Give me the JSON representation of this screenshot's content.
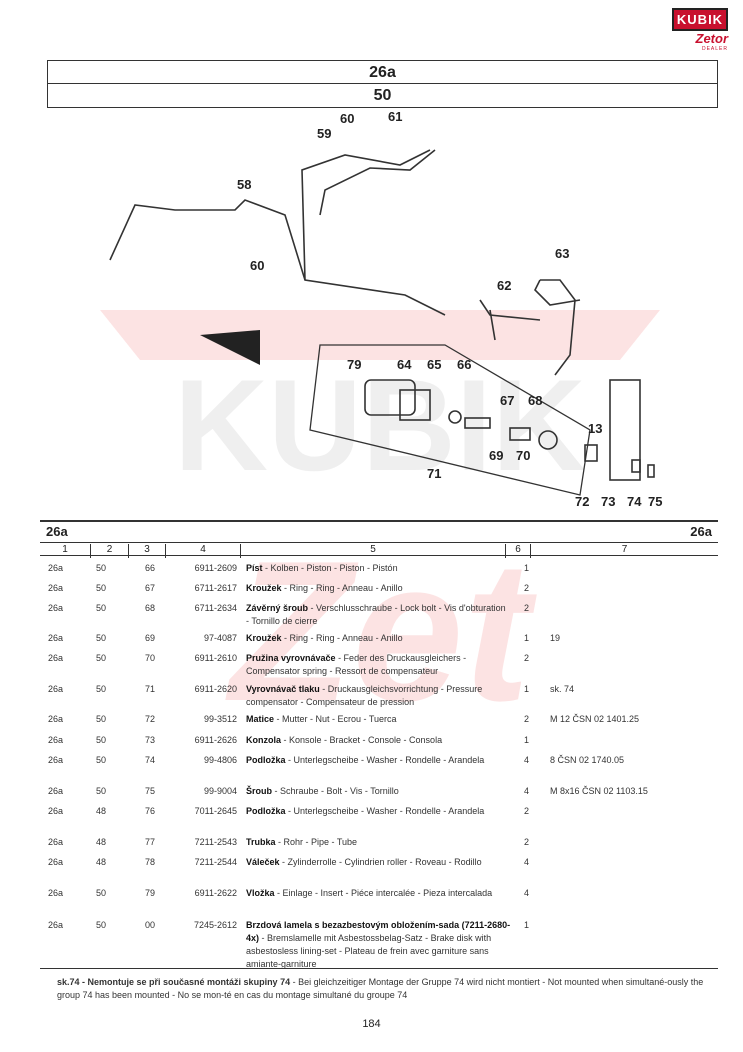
{
  "logo": {
    "brand": "KUBIK",
    "sub": "Zetor",
    "tag": "DEALER"
  },
  "header": {
    "group": "26a",
    "subgroup": "50"
  },
  "diagram": {
    "labels": [
      "59",
      "60",
      "61",
      "58",
      "60",
      "63",
      "62",
      "79",
      "64",
      "65",
      "66",
      "67",
      "68",
      "69",
      "70",
      "71",
      "13",
      "72",
      "73",
      "74",
      "75"
    ]
  },
  "table": {
    "group_left": "26a",
    "group_right": "26a",
    "columns": [
      "1",
      "2",
      "3",
      "4",
      "5",
      "6",
      "7"
    ],
    "rows": [
      {
        "c1": "26a",
        "c2": "50",
        "c3": "66",
        "c4": "6911-2609",
        "name": "Píst",
        "desc": " - Kolben - Piston - Piston - Pistón",
        "qty": "1",
        "note": ""
      },
      {
        "c1": "26a",
        "c2": "50",
        "c3": "67",
        "c4": "6711-2617",
        "name": "Kroužek",
        "desc": " - Ring - Ring - Anneau - Anillo",
        "qty": "2",
        "note": ""
      },
      {
        "c1": "26a",
        "c2": "50",
        "c3": "68",
        "c4": "6711-2634",
        "name": "Závěrný šroub",
        "desc": " - Verschlusschraube - Lock bolt - Vis d'obturation - Tornillo de cierre",
        "qty": "2",
        "note": ""
      },
      {
        "c1": "26a",
        "c2": "50",
        "c3": "69",
        "c4": "97-4087",
        "name": "Kroužek",
        "desc": " - Ring - Ring - Anneau - Anillo",
        "qty": "1",
        "note": "19"
      },
      {
        "c1": "26a",
        "c2": "50",
        "c3": "70",
        "c4": "6911-2610",
        "name": "Pružina vyrovnávače",
        "desc": " - Feder des Druckausgleichers - Compensator spring - Ressort de compensateur",
        "qty": "2",
        "note": ""
      },
      {
        "c1": "26a",
        "c2": "50",
        "c3": "71",
        "c4": "6911-2620",
        "name": "Vyrovnávač tlaku",
        "desc": " - Druckausgleichsvorrichtung - Pressure compensator - Compensateur de pression",
        "qty": "1",
        "note": "sk. 74"
      },
      {
        "c1": "26a",
        "c2": "50",
        "c3": "72",
        "c4": "99-3512",
        "name": "Matice",
        "desc": " - Mutter - Nut - Ecrou - Tuerca",
        "qty": "2",
        "note": "M 12 ČSN 02 1401.25"
      },
      {
        "c1": "26a",
        "c2": "50",
        "c3": "73",
        "c4": "6911-2626",
        "name": "Konzola",
        "desc": " - Konsole - Bracket - Console - Consola",
        "qty": "1",
        "note": ""
      },
      {
        "c1": "26a",
        "c2": "50",
        "c3": "74",
        "c4": "99-4806",
        "name": "Podložka",
        "desc": " - Unterlegscheibe - Washer - Rondelle - Arandela",
        "qty": "4",
        "note": "8 ČSN 02 1740.05"
      },
      {
        "c1": "26a",
        "c2": "50",
        "c3": "75",
        "c4": "99-9004",
        "name": "Šroub",
        "desc": " - Schraube - Bolt - Vis - Tornillo",
        "qty": "4",
        "note": "M 8x16 ČSN 02 1103.15"
      },
      {
        "c1": "26a",
        "c2": "48",
        "c3": "76",
        "c4": "7011-2645",
        "name": "Podložka",
        "desc": " - Unterlegscheibe - Washer - Rondelle - Arandela",
        "qty": "2",
        "note": ""
      },
      {
        "c1": "26a",
        "c2": "48",
        "c3": "77",
        "c4": "7211-2543",
        "name": "Trubka",
        "desc": " - Rohr - Pipe - Tube",
        "qty": "2",
        "note": ""
      },
      {
        "c1": "26a",
        "c2": "48",
        "c3": "78",
        "c4": "7211-2544",
        "name": "Váleček",
        "desc": " - Zylinderrolle - Cylindrien roller - Roveau - Rodillo",
        "qty": "4",
        "note": ""
      },
      {
        "c1": "26a",
        "c2": "50",
        "c3": "79",
        "c4": "6911-2622",
        "name": "Vložka",
        "desc": " - Einlage - Insert - Piéce intercalée - Pieza intercalada",
        "qty": "4",
        "note": ""
      },
      {
        "c1": "26a",
        "c2": "50",
        "c3": "00",
        "c4": "7245-2612",
        "name": "Brzdová lamela s bezazbestovým obložením-sada (7211-2680-4x)",
        "desc": " - Bremslamelle mit Asbestossbelag-Satz - Brake disk with asbestosless lining-set - Plateau de frein avec garniture sans amiante-garniture",
        "qty": "1",
        "note": ""
      }
    ]
  },
  "footnote": {
    "bold": "sk.74 - Nemontuje se při současné montáži skupiny 74",
    "text": " - Bei gleichzeitiger Montage der Gruppe 74 wird nicht montiert - Not mounted when simultané-ously the group 74 has been mounted - No se mon-té en cas du montage simultané du groupe 74"
  },
  "page_number": "184"
}
